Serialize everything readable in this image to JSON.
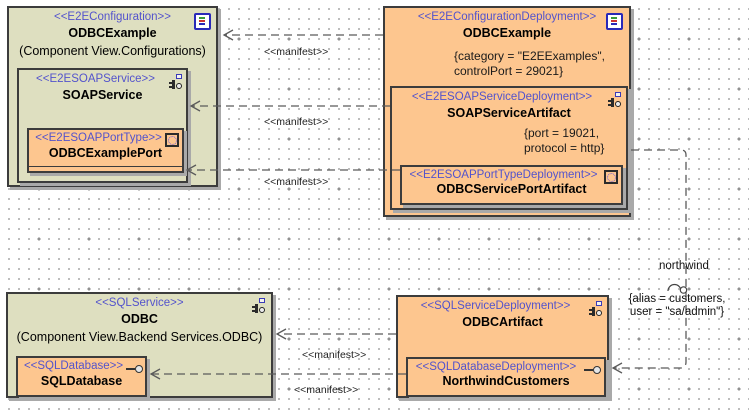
{
  "colors": {
    "olive_fill": "#dedfc0",
    "orange_fill": "#fdc68f",
    "stereotype_blue": "#5353cc",
    "box_border": "#3c3c3c",
    "connector": "#5a5a5a",
    "shadow": "#a9a9a9"
  },
  "labels": {
    "manifest": "<<manifest>>"
  },
  "boxes": {
    "config": {
      "stereotype": "<<E2EConfiguration>>",
      "name": "ODBCExample",
      "qualifier": "(Component View.Configurations)",
      "icon": "spec-icon"
    },
    "soap_service": {
      "stereotype": "<<E2ESOAPService>>",
      "name": "SOAPService",
      "icon": "component-icon"
    },
    "port_type": {
      "stereotype": "<<E2ESOAPPortType>>",
      "name": "ODBCExamplePort",
      "icon": "port-icon"
    },
    "config_deployment": {
      "stereotype": "<<E2EConfigurationDeployment>>",
      "name": "ODBCExample",
      "props": [
        "{category = \"E2EExamples\",",
        "controlPort = 29021}"
      ],
      "icon": "spec-icon"
    },
    "soap_artifact": {
      "stereotype": "<<E2ESOAPServiceDeployment>>",
      "name": "SOAPServiceArtifact",
      "props": [
        "{port = 19021,",
        "protocol = http}"
      ],
      "icon": "component-icon"
    },
    "port_artifact": {
      "stereotype": "<<E2ESOAPPortTypeDeployment>>",
      "name": "ODBCServicePortArtifact",
      "icon": "port-icon"
    },
    "sql_service": {
      "stereotype": "<<SQLService>>",
      "name": "ODBC",
      "qualifier": "(Component View.Backend Services.ODBC)",
      "icon": "component-icon"
    },
    "sql_database": {
      "stereotype": "<<SQLDatabase>>",
      "name": "SQLDatabase",
      "icon": "lollipop-icon"
    },
    "sql_deployment": {
      "stereotype": "<<SQLServiceDeployment>>",
      "name": "ODBCArtifact",
      "icon": "component-icon"
    },
    "northwind_customers": {
      "stereotype": "<<SQLDatabaseDeployment>>",
      "name": "NorthwindCustomers",
      "icon": "lollipop-icon"
    }
  },
  "connector_labels": {
    "northwind_name": "northwind",
    "northwind_props": [
      "{alias = customers,",
      "user = \"sa/admin\"}"
    ]
  }
}
